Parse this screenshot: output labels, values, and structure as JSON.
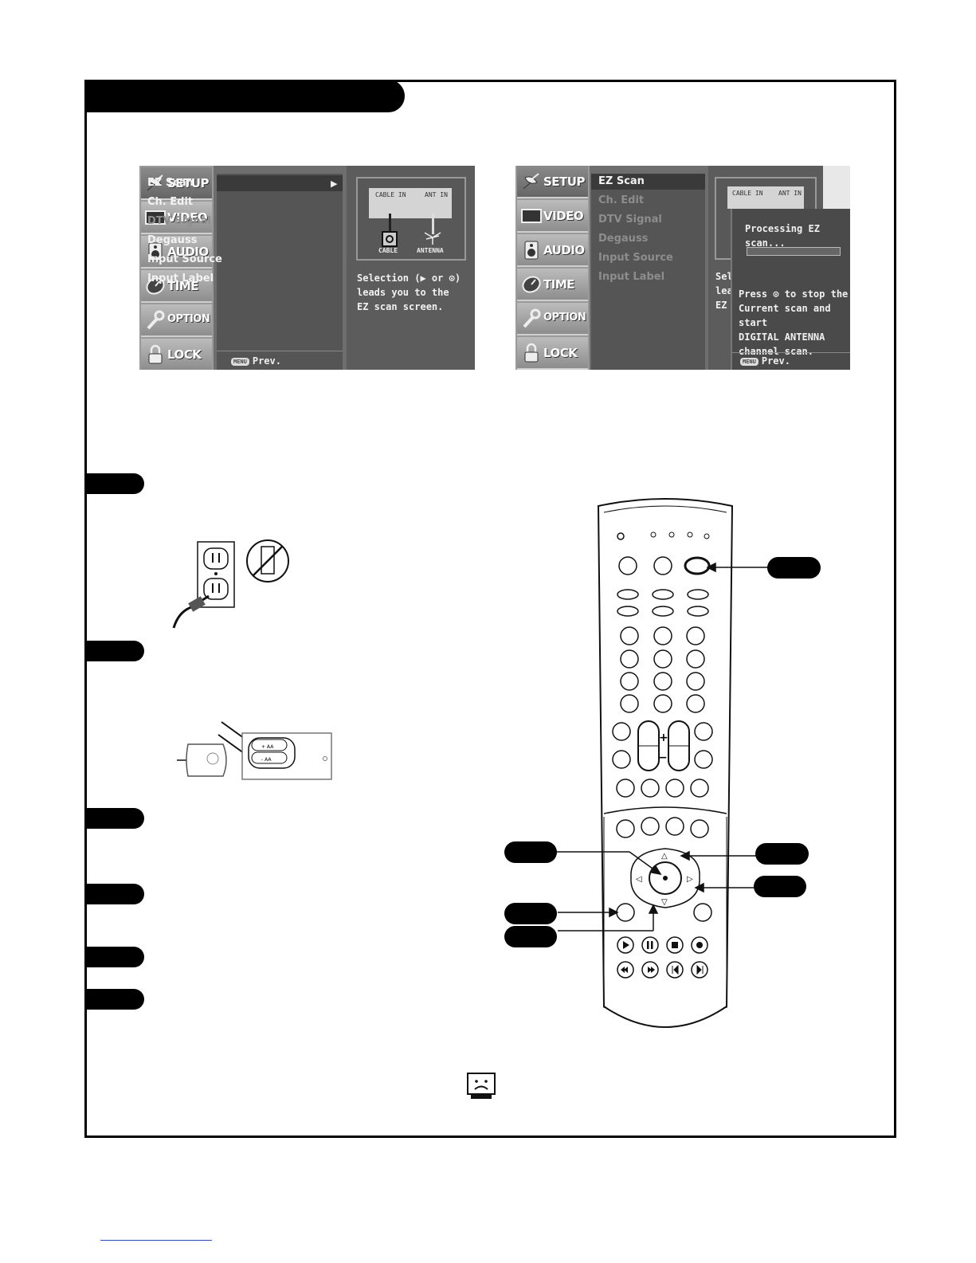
{
  "screen1": {
    "sidebar": [
      {
        "label": "SETUP",
        "icon": "satellite-icon"
      },
      {
        "label": "VIDEO",
        "icon": "monitor-icon"
      },
      {
        "label": "AUDIO",
        "icon": "speaker-icon"
      },
      {
        "label": "TIME",
        "icon": "clock-icon"
      },
      {
        "label": "OPTION",
        "icon": "key-icon"
      },
      {
        "label": "LOCK",
        "icon": "padlock-icon"
      }
    ],
    "menu": [
      "EZ Scan",
      "Ch. Edit",
      "DTV Signal",
      "Degauss",
      "Input Source",
      "Input Label"
    ],
    "footer_key": "MENU",
    "footer": "Prev.",
    "diagram": {
      "cable_in": "CABLE IN",
      "ant_in": "ANT IN",
      "cable": "CABLE",
      "antenna": "ANTENNA"
    },
    "help": [
      "Selection (▶ or ⊙)",
      "leads you to the",
      "EZ scan screen."
    ]
  },
  "screen2": {
    "sidebar": [
      {
        "label": "SETUP",
        "icon": "satellite-icon"
      },
      {
        "label": "VIDEO",
        "icon": "monitor-icon"
      },
      {
        "label": "AUDIO",
        "icon": "speaker-icon"
      },
      {
        "label": "TIME",
        "icon": "clock-icon"
      },
      {
        "label": "OPTION",
        "icon": "key-icon"
      },
      {
        "label": "LOCK",
        "icon": "padlock-icon"
      }
    ],
    "menu": [
      "EZ Scan",
      "Ch. Edit",
      "DTV Signal",
      "Degauss",
      "Input Source",
      "Input Label"
    ],
    "diagram": {
      "cable_in": "CABLE IN",
      "ant_in": "ANT IN"
    },
    "help_partial": [
      "Sele",
      "lea",
      "EZ s"
    ],
    "popup": {
      "title": "Processing EZ scan...",
      "progress": 0,
      "lines": [
        "Press ⊙ to stop the",
        "Current scan and start",
        "DIGITAL ANTENNA",
        "channel scan."
      ],
      "footer_key": "MENU",
      "footer": "Prev."
    }
  },
  "battery": {
    "aa1": "+ AA",
    "aa2": "- AA"
  },
  "remote": {
    "vol_plus": "+",
    "vol_minus": "−"
  }
}
